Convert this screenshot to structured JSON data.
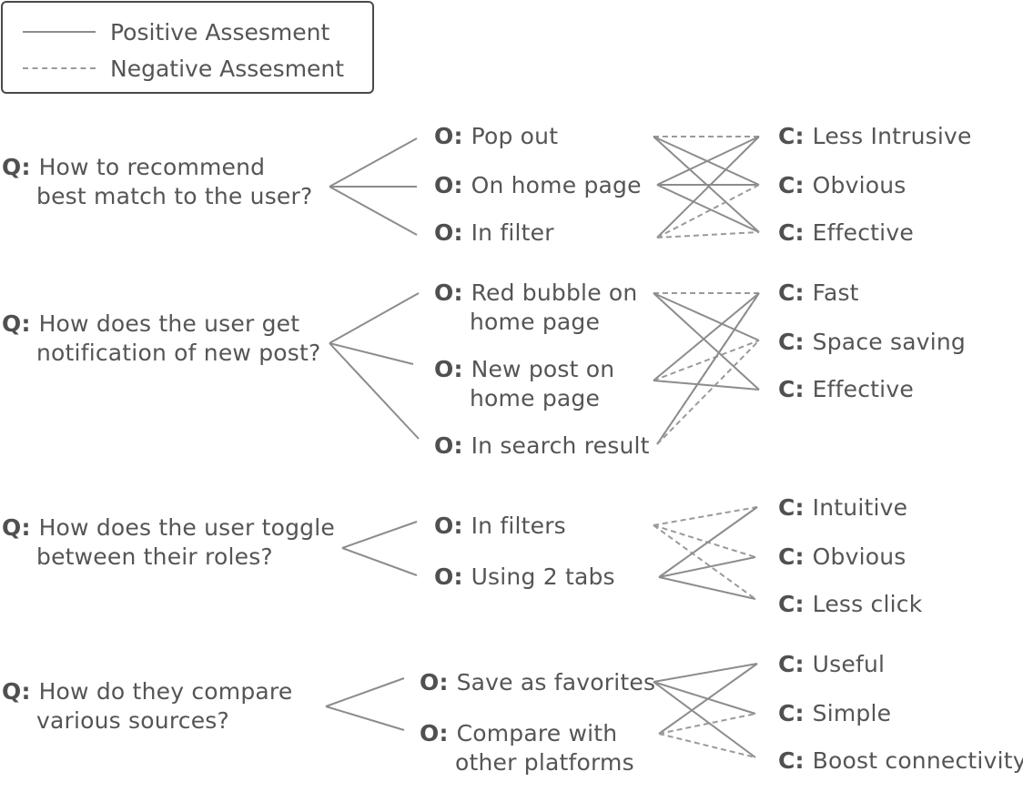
{
  "legend": {
    "positive": "Positive Assesment",
    "negative": "Negative Assesment"
  },
  "prefixes": {
    "question": "Q:",
    "option": "O:",
    "criterion": "C:"
  },
  "groups": [
    {
      "question": [
        "How to recommend",
        "best match to the user?"
      ],
      "options": [
        [
          "Pop out"
        ],
        [
          "On home page"
        ],
        [
          "In filter"
        ]
      ],
      "criteria": [
        "Less Intrusive",
        "Obvious",
        "Effective"
      ],
      "assessments": [
        {
          "option": 0,
          "criterion": 0,
          "type": "negative"
        },
        {
          "option": 0,
          "criterion": 1,
          "type": "positive"
        },
        {
          "option": 0,
          "criterion": 2,
          "type": "positive"
        },
        {
          "option": 1,
          "criterion": 0,
          "type": "positive"
        },
        {
          "option": 1,
          "criterion": 1,
          "type": "positive"
        },
        {
          "option": 1,
          "criterion": 2,
          "type": "positive"
        },
        {
          "option": 2,
          "criterion": 0,
          "type": "positive"
        },
        {
          "option": 2,
          "criterion": 1,
          "type": "negative"
        },
        {
          "option": 2,
          "criterion": 2,
          "type": "negative"
        }
      ]
    },
    {
      "question": [
        "How does the user get",
        "notification of new post?"
      ],
      "options": [
        [
          "Red bubble on",
          "home page"
        ],
        [
          "New post on",
          "home page"
        ],
        [
          "In search result"
        ]
      ],
      "criteria": [
        "Fast",
        "Space saving",
        "Effective"
      ],
      "assessments": [
        {
          "option": 0,
          "criterion": 0,
          "type": "negative"
        },
        {
          "option": 0,
          "criterion": 1,
          "type": "positive"
        },
        {
          "option": 0,
          "criterion": 2,
          "type": "positive"
        },
        {
          "option": 1,
          "criterion": 0,
          "type": "positive"
        },
        {
          "option": 1,
          "criterion": 1,
          "type": "negative"
        },
        {
          "option": 1,
          "criterion": 2,
          "type": "positive"
        },
        {
          "option": 2,
          "criterion": 0,
          "type": "negative"
        },
        {
          "option": 2,
          "criterion": 0,
          "type": "positive"
        },
        {
          "option": 2,
          "criterion": 1,
          "type": "negative"
        }
      ]
    },
    {
      "question": [
        "How does the user toggle",
        "between their roles?"
      ],
      "options": [
        [
          "In filters"
        ],
        [
          "Using 2 tabs"
        ]
      ],
      "criteria": [
        "Intuitive",
        "Obvious",
        "Less click"
      ],
      "assessments": [
        {
          "option": 0,
          "criterion": 0,
          "type": "negative"
        },
        {
          "option": 0,
          "criterion": 1,
          "type": "negative"
        },
        {
          "option": 0,
          "criterion": 2,
          "type": "negative"
        },
        {
          "option": 1,
          "criterion": 0,
          "type": "positive"
        },
        {
          "option": 1,
          "criterion": 1,
          "type": "positive"
        },
        {
          "option": 1,
          "criterion": 2,
          "type": "positive"
        }
      ]
    },
    {
      "question": [
        "How do they compare",
        "various sources?"
      ],
      "options": [
        [
          "Save as favorites"
        ],
        [
          "Compare with",
          "other platforms"
        ]
      ],
      "criteria": [
        "Useful",
        "Simple",
        "Boost connectivity"
      ],
      "assessments": [
        {
          "option": 0,
          "criterion": 0,
          "type": "positive"
        },
        {
          "option": 0,
          "criterion": 1,
          "type": "positive"
        },
        {
          "option": 0,
          "criterion": 2,
          "type": "positive"
        },
        {
          "option": 1,
          "criterion": 0,
          "type": "positive"
        },
        {
          "option": 1,
          "criterion": 1,
          "type": "negative"
        },
        {
          "option": 1,
          "criterion": 2,
          "type": "negative"
        }
      ]
    }
  ],
  "colors": {
    "positive": "#8c8c8c",
    "negative": "#9a9a9a",
    "text": "#555555"
  }
}
